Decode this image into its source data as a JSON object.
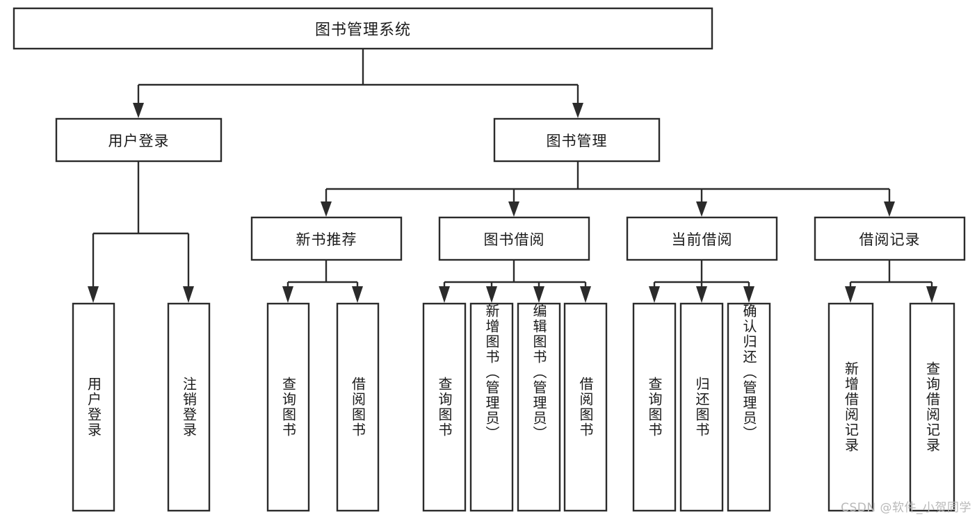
{
  "diagram": {
    "title": "图书管理系统",
    "watermark": "CSDN @软件_小贺同学",
    "colors": {
      "box_stroke": "#2b2b2b",
      "box_fill": "#ffffff",
      "text": "#1a1a1a",
      "background": "#ffffff",
      "watermark": "#b9b9b9"
    },
    "root": {
      "label": "图书管理系统"
    },
    "level2": [
      {
        "label": "用户登录"
      },
      {
        "label": "图书管理"
      }
    ],
    "level3": [
      {
        "label": "新书推荐"
      },
      {
        "label": "图书借阅"
      },
      {
        "label": "当前借阅"
      },
      {
        "label": "借阅记录"
      }
    ],
    "leaves": {
      "user_login": [
        {
          "label": "用户登录"
        },
        {
          "label": "注销登录"
        }
      ],
      "new_book_recommend": [
        {
          "label": "查询图书"
        },
        {
          "label": "借阅图书"
        }
      ],
      "book_borrow": [
        {
          "label": "查询图书"
        },
        {
          "label": "新增图书（管理员）"
        },
        {
          "label": "编辑图书（管理员）"
        },
        {
          "label": "借阅图书"
        }
      ],
      "current_borrow": [
        {
          "label": "查询图书"
        },
        {
          "label": "归还图书"
        },
        {
          "label": "确认归还（管理员）"
        }
      ],
      "borrow_record": [
        {
          "label": "新增借阅记录"
        },
        {
          "label": "查询借阅记录"
        }
      ]
    }
  }
}
